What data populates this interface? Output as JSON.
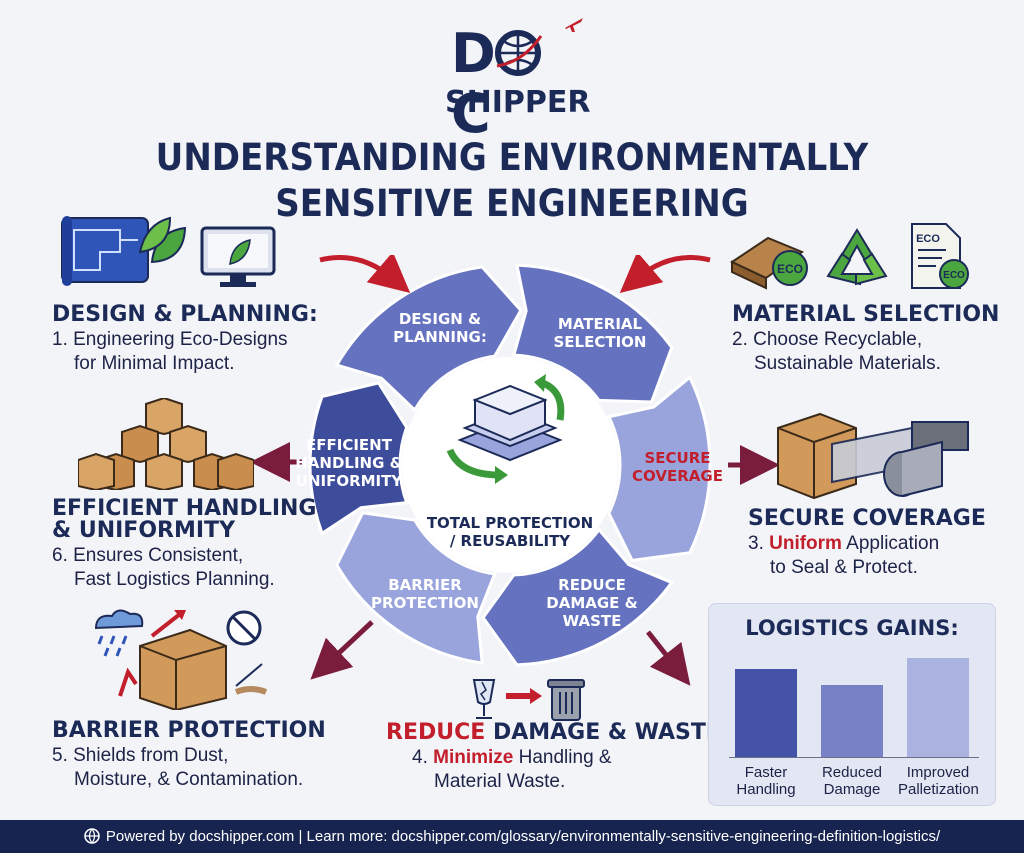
{
  "logo": {
    "top": "D",
    "bottom": "SHIPPER",
    "c_letter": "C"
  },
  "title": {
    "line1": "UNDERSTANDING ENVIRONMENTALLY",
    "line2": "SENSITIVE ENGINEERING"
  },
  "steps": {
    "design": {
      "heading": "DESIGN  & PLANNING:",
      "line1": "1. Engineering Eco-Designs",
      "line2": "for Minimal Impact."
    },
    "material": {
      "heading": "MATERIAL SELECTION",
      "line1": "2. Choose Recyclable,",
      "line2": "Sustainable Materials."
    },
    "coverage": {
      "heading": "SECURE COVERAGE",
      "prefix": "3. ",
      "highlight": "Uniform",
      "suffix": " Application",
      "line2": "to Seal & Protect."
    },
    "reduce": {
      "heading_red": "REDUCE",
      "heading_rest": " DAMAGE & WASTE",
      "prefix": "4. ",
      "highlight": "Minimize",
      "suffix": " Handling &",
      "line2": "Material Waste."
    },
    "barrier": {
      "heading": "BARRIER PROTECTION",
      "line1": "5. Shields from Dust,",
      "line2": "Moisture, & Contamination."
    },
    "efficient": {
      "heading1": "EFFICIENT HANDLING",
      "heading2": "& UNIFORMITY",
      "line1": "6. Ensures Consistent,",
      "line2": "Fast Logistics Planning."
    }
  },
  "wheel": {
    "design": {
      "l1": "DESIGN &",
      "l2": "PLANNING:"
    },
    "material": {
      "l1": "MATERIAL",
      "l2": "SELECTION"
    },
    "coverage": {
      "l1": "SECURE",
      "l2": "COVERAGE"
    },
    "reduce": {
      "l1": "REDUCE",
      "l2": "DAMAGE &",
      "l3": "WASTE"
    },
    "barrier": {
      "l1": "BARRIER",
      "l2": "PROTECTION"
    },
    "efficient": {
      "l1": "EFFICIENT",
      "l2": "HANDLING &",
      "l3": "UNIFORMITY"
    },
    "center": {
      "l1": "TOTAL PROTECTION",
      "l2": "/ REUSABILITY"
    }
  },
  "icons": {
    "eco_badge": "ECO",
    "eco_doc": "ECO"
  },
  "gains": {
    "title": "LOGISTICS GAINS:",
    "bars": [
      {
        "l1": "Faster",
        "l2": "Handling",
        "value": 0.68,
        "color": "#4453a8"
      },
      {
        "l1": "Reduced",
        "l2": "Damage",
        "value": 0.55,
        "color": "#7782c6"
      },
      {
        "l1": "Improved",
        "l2": "Palletization",
        "value": 0.76,
        "color": "#aab3e0"
      }
    ]
  },
  "footer": {
    "text": "Powered by docshipper.com | Learn more: docshipper.com/glossary/environmentally-sensitive-engineering-definition-logistics/"
  },
  "colors": {
    "navy": "#1b2a57",
    "red": "#c21e2b",
    "wheel_dark": "#3e4c9c",
    "wheel_mid": "#6572bf",
    "wheel_light": "#9aa4dc"
  }
}
